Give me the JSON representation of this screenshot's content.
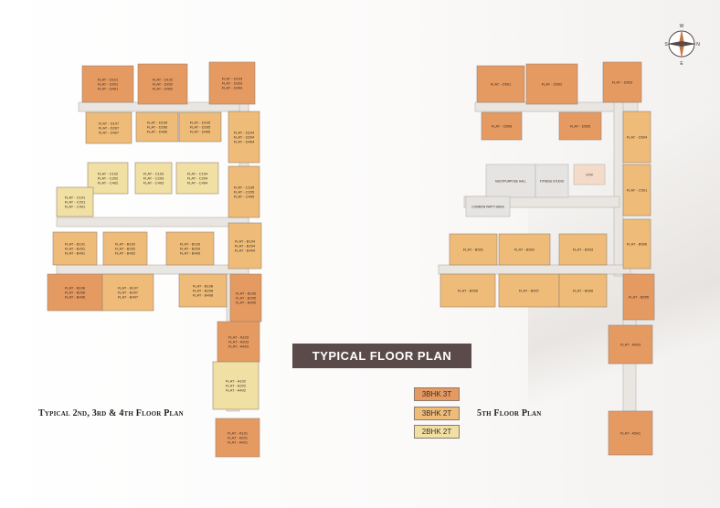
{
  "title": "TYPICAL FLOOR PLAN",
  "captions": {
    "left": "Typical 2nd, 3rd & 4th Floor Plan",
    "right": "5th Floor Plan"
  },
  "legend": [
    {
      "label": "3BHK 3T",
      "color": "#e59a62"
    },
    {
      "label": "3BHK 2T",
      "color": "#eebc78"
    },
    {
      "label": "2BHK 2T",
      "color": "#f1e0a4"
    }
  ],
  "compass": {
    "n": "N",
    "s": "S",
    "e": "E",
    "w": "W"
  },
  "left_plan": {
    "blocks": [
      {
        "name": "block-d-top",
        "units": [
          "FLAT - D101",
          "FLAT - D201",
          "FLAT - D401"
        ],
        "type": "3BHK 3T"
      },
      {
        "name": "block-d-top",
        "units": [
          "FLAT - D102",
          "FLAT - D202",
          "FLAT - D402"
        ],
        "type": "3BHK 3T"
      },
      {
        "name": "block-d-top",
        "units": [
          "FLAT - D103",
          "FLAT - D203",
          "FLAT - D403"
        ],
        "type": "3BHK 3T"
      },
      {
        "name": "block-d",
        "units": [
          "FLAT - D107",
          "FLAT - D207",
          "FLAT - D407"
        ],
        "type": "3BHK 2T"
      },
      {
        "name": "block-d",
        "units": [
          "FLAT - D106",
          "FLAT - D206",
          "FLAT - D406"
        ],
        "type": "3BHK 2T"
      },
      {
        "name": "block-d",
        "units": [
          "FLAT - D105",
          "FLAT - D205",
          "FLAT - D405"
        ],
        "type": "3BHK 2T"
      },
      {
        "name": "block-d-right",
        "units": [
          "FLAT - D104",
          "FLAT - D204",
          "FLAT - D404"
        ],
        "type": "3BHK 2T"
      },
      {
        "name": "block-c",
        "units": [
          "FLAT - C102",
          "FLAT - C202",
          "FLAT - C402"
        ],
        "type": "2BHK 2T"
      },
      {
        "name": "block-c",
        "units": [
          "FLAT - C103",
          "FLAT - C203",
          "FLAT - C403"
        ],
        "type": "2BHK 2T"
      },
      {
        "name": "block-c",
        "units": [
          "FLAT - C104",
          "FLAT - C204",
          "FLAT - C404"
        ],
        "type": "2BHK 2T"
      },
      {
        "name": "block-c",
        "units": [
          "FLAT - C101",
          "FLAT - C201",
          "FLAT - C401"
        ],
        "type": "2BHK 2T"
      },
      {
        "name": "block-c-right",
        "units": [
          "FLAT - C105",
          "FLAT - C205",
          "FLAT - C405"
        ],
        "type": "3BHK 2T"
      },
      {
        "name": "block-b",
        "units": [
          "FLAT - B101",
          "FLAT - B201",
          "FLAT - B401"
        ],
        "type": "3BHK 2T"
      },
      {
        "name": "block-b",
        "units": [
          "FLAT - B102",
          "FLAT - B202",
          "FLAT - B402"
        ],
        "type": "3BHK 2T"
      },
      {
        "name": "block-b",
        "units": [
          "FLAT - B103",
          "FLAT - B203",
          "FLAT - B403"
        ],
        "type": "3BHK 2T"
      },
      {
        "name": "block-b-right",
        "units": [
          "FLAT - B104",
          "FLAT - B204",
          "FLAT - B404"
        ],
        "type": "3BHK 2T"
      },
      {
        "name": "block-b-bottom",
        "units": [
          "FLAT - B106",
          "FLAT - B206",
          "FLAT - B406"
        ],
        "type": "3BHK 3T"
      },
      {
        "name": "block-b-bottom",
        "units": [
          "FLAT - B107",
          "FLAT - B207",
          "FLAT - B407"
        ],
        "type": "3BHK 2T"
      },
      {
        "name": "block-b-bottom",
        "units": [
          "FLAT - B108",
          "FLAT - B208",
          "FLAT - B408"
        ],
        "type": "3BHK 2T"
      },
      {
        "name": "block-b-right",
        "units": [
          "FLAT - B105",
          "FLAT - B205",
          "FLAT - B405"
        ],
        "type": "3BHK 3T"
      },
      {
        "name": "block-a",
        "units": [
          "FLAT - A103",
          "FLAT - A203",
          "FLAT - A403"
        ],
        "type": "3BHK 3T"
      },
      {
        "name": "block-a",
        "units": [
          "FLAT - A102",
          "FLAT - A202",
          "FLAT - A402"
        ],
        "type": "2BHK 2T"
      },
      {
        "name": "block-a",
        "units": [
          "FLAT - A101",
          "FLAT - A201",
          "FLAT - A401"
        ],
        "type": "3BHK 3T"
      }
    ]
  },
  "right_plan": {
    "blocks": [
      {
        "units": [
          "FLAT - D501"
        ],
        "type": "3BHK 3T"
      },
      {
        "units": [
          "FLAT - D502"
        ],
        "type": "3BHK 3T"
      },
      {
        "units": [
          "FLAT - D503"
        ],
        "type": "3BHK 3T"
      },
      {
        "units": [
          "FLAT - D506"
        ],
        "type": "3BHK 3T"
      },
      {
        "units": [
          "FLAT - D505"
        ],
        "type": "3BHK 3T"
      },
      {
        "units": [
          "FLAT - D504"
        ],
        "type": "3BHK 2T"
      },
      {
        "units": [
          "FLAT - C501"
        ],
        "type": "3BHK 2T"
      },
      {
        "units": [
          "FLAT - B506"
        ],
        "type": "3BHK 2T"
      },
      {
        "units": [
          "FLAT - B501"
        ],
        "type": "3BHK 2T"
      },
      {
        "units": [
          "FLAT - B502"
        ],
        "type": "3BHK 2T"
      },
      {
        "units": [
          "FLAT - B503"
        ],
        "type": "3BHK 2T"
      },
      {
        "units": [
          "FLAT - B506"
        ],
        "type": "3BHK 2T"
      },
      {
        "units": [
          "FLAT - B507"
        ],
        "type": "3BHK 2T"
      },
      {
        "units": [
          "FLAT - B508"
        ],
        "type": "3BHK 2T"
      },
      {
        "units": [
          "FLAT - B505"
        ],
        "type": "3BHK 3T"
      },
      {
        "units": [
          "FLAT - A503"
        ],
        "type": "3BHK 3T"
      },
      {
        "units": [
          "FLAT - A501"
        ],
        "type": "3BHK 3T"
      }
    ],
    "amenities": [
      "MULTIPURPOSE HALL",
      "FITNESS STUDIO",
      "GYM",
      "COMMON PARTY AREA"
    ]
  }
}
